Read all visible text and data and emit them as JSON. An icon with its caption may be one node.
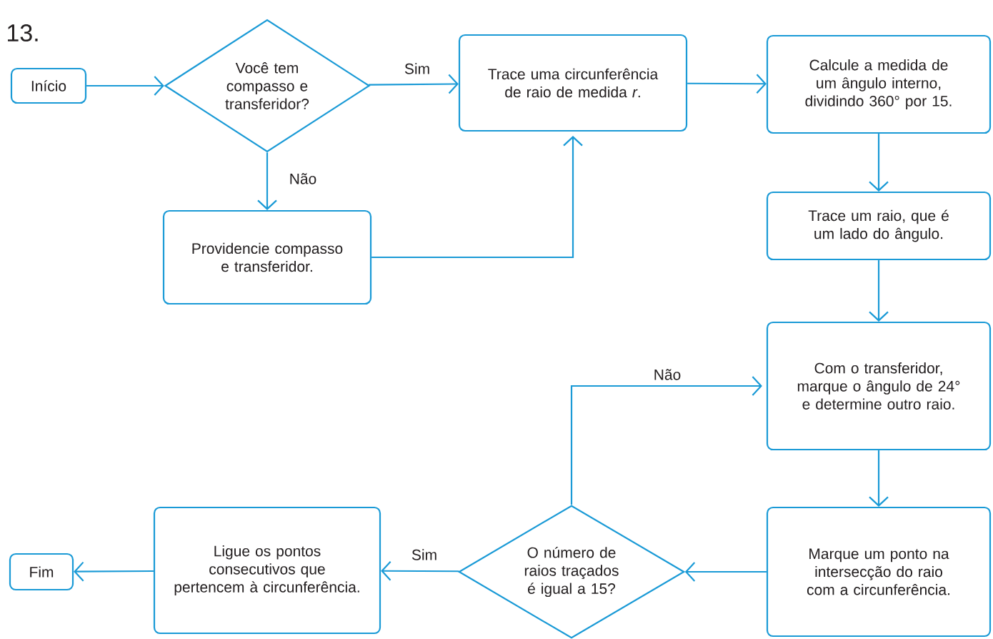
{
  "diagram": {
    "title": "13.",
    "nodes": [
      {
        "text": [
          "Início"
        ]
      },
      {
        "text": [
          "Você tem compasso e transferidor?"
        ]
      },
      {
        "text": [
          "Trace uma circunferência de raio de medida *r*."
        ]
      },
      {
        "text": [
          "Calcule a medida de um ângulo interno, dividindo 360° por 15."
        ]
      },
      {
        "text": [
          "Providencie compasso e transferidor."
        ]
      },
      {
        "text": [
          "Trace um raio, que é um lado do ângulo."
        ]
      },
      {
        "text": [
          "Com o transferidor, marque o ângulo de 24° e determine outro raio."
        ]
      },
      {
        "text": [
          "Marque um ponto na intersecção do raio com a circunferência."
        ]
      },
      {
        "text": [
          "O número de raios traçados é igual a 15?"
        ]
      },
      {
        "text": [
          "Ligue os pontos consecutivos que pertencem à circunferência."
        ]
      },
      {
        "text": [
          "Fim"
        ]
      }
    ],
    "edges": [
      {
        "from": 0,
        "to": 1,
        "arrow": "to"
      },
      {
        "from": 1,
        "to": 2,
        "arrow": "to",
        "label": "Sim"
      },
      {
        "from": 1,
        "to": 4,
        "arrow": "to",
        "label": "Não"
      },
      {
        "from": 4,
        "to": 2,
        "arrow": "to"
      },
      {
        "from": 2,
        "to": 3,
        "arrow": "to"
      },
      {
        "from": 3,
        "to": 5,
        "arrow": "to"
      },
      {
        "from": 5,
        "to": 6,
        "arrow": "to"
      },
      {
        "from": 6,
        "to": 7,
        "arrow": "to"
      },
      {
        "from": 7,
        "to": 8,
        "arrow": "to"
      },
      {
        "from": 8,
        "to": 6,
        "arrow": "to",
        "label": "Não"
      },
      {
        "from": 8,
        "to": 9,
        "arrow": "to",
        "label": "Sim"
      },
      {
        "from": 9,
        "to": 10,
        "arrow": "to"
      }
    ]
  }
}
